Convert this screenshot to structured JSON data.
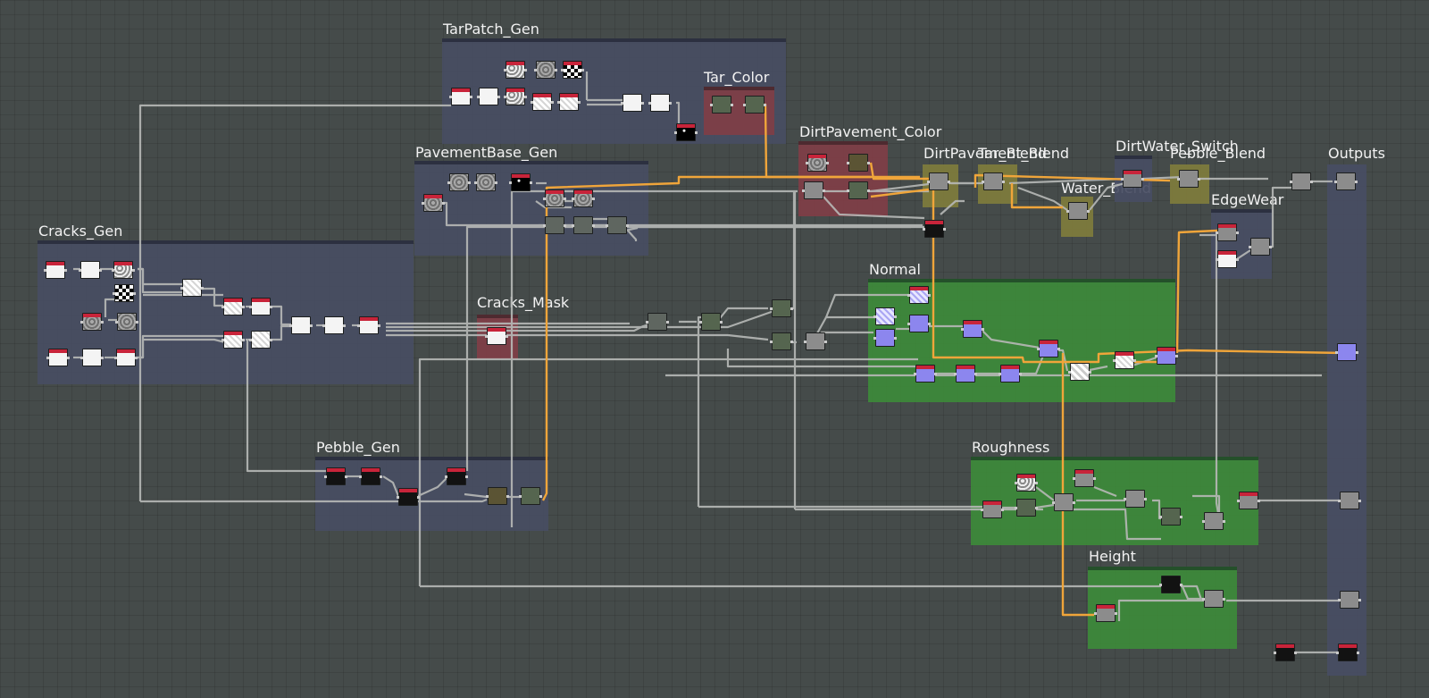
{
  "frames": {
    "tarpatch": "TarPatch_Gen",
    "tarcolor": "Tar_Color",
    "dirtpavement_color": "DirtPavement_Color",
    "dirtpavement_blend": "DirtPavement_Blend",
    "tar_blend": "Tar_Blend",
    "dirtwater_switch": "DirtWater_Switch",
    "pebble_blend": "Pebble_Blend",
    "water_blend": "Water_Blend",
    "outputs": "Outputs",
    "edgewear": "EdgeWear",
    "pavementbase": "PavementBase_Gen",
    "cracks_gen": "Cracks_Gen",
    "cracks_mask": "Cracks_Mask",
    "normal": "Normal",
    "pebble_gen": "Pebble_Gen",
    "roughness": "Roughness",
    "height": "Height"
  },
  "colors": {
    "background": "#454b4a",
    "frame_slate": "#4a4f63",
    "frame_red": "#7a4048",
    "frame_olive": "#7d7a3c",
    "frame_green": "#3d8a3a",
    "wire_gray": "#b7b9b7",
    "wire_orange": "#f0a53a",
    "node_tag_red": "#c8243a",
    "normal_node": "#8c86ee"
  }
}
